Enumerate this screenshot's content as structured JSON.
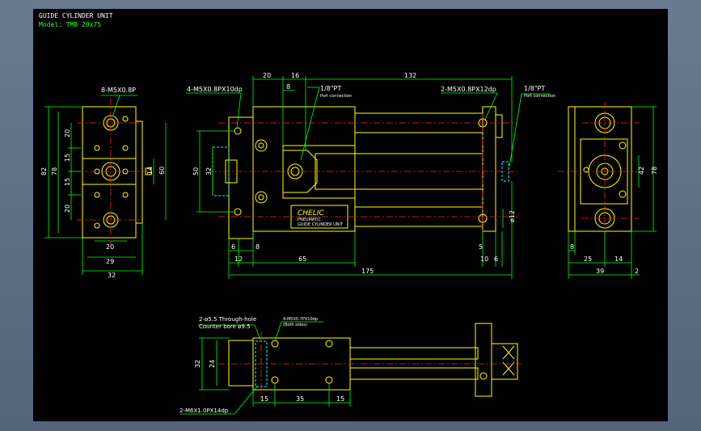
{
  "drawing": {
    "title": "GUIDE CYLINDER UNIT",
    "model": "Model: TMB 20x75",
    "brand": "CHELIC",
    "brand_sub": "GUIDE CYLINDER UNIT",
    "brand_small": "PNEUMATIC"
  },
  "colors": {
    "background": "#000000",
    "outline": "#ffff00",
    "dimension": "#00ff00",
    "centerline": "#ff2020",
    "hidden": "#00ffff",
    "text": "#ffffff"
  },
  "callouts": {
    "left_holes": "8-M5X0.8P",
    "front_holes": "4-M5X0.8PX10dp",
    "port_a": "1/8\"PT",
    "port_a_note": "Port connection",
    "rear_holes": "2-M5X0.8PX12dp",
    "port_b": "1/8\"PT",
    "port_b_note": "Port connection",
    "bottom_through": "2-ø5.5 Through-hole",
    "bottom_counter": "Counter bore ø9.5",
    "bottom_thread": "4-M5X0.7PX10dp",
    "bottom_thread_note": "(Both sides)",
    "bottom_tap": "2-M6X1.0PX14dp",
    "rod_dia": "ø12"
  },
  "dimensions": {
    "left_82": "82",
    "left_78": "78",
    "left_20a": "20",
    "left_15a": "15",
    "left_15b": "15",
    "left_20b": "20",
    "left_14": "14",
    "left_60": "60",
    "left_w20": "20",
    "left_w29": "29",
    "left_w32": "32",
    "top_20": "20",
    "top_16": "16",
    "top_8": "8",
    "top_132": "132",
    "front_50": "50",
    "front_32": "32",
    "front_6": "6",
    "front_8": "8",
    "front_12": "12",
    "front_65": "65",
    "front_175": "175",
    "front_5": "5",
    "front_10": "10",
    "front_6b": "6",
    "right_42": "42",
    "right_78": "78",
    "right_8": "8",
    "right_25": "25",
    "right_14": "14",
    "right_39": "39",
    "right_2": "2",
    "bot_32": "32",
    "bot_24": "24",
    "bot_15a": "15",
    "bot_35": "35",
    "bot_15b": "15"
  }
}
